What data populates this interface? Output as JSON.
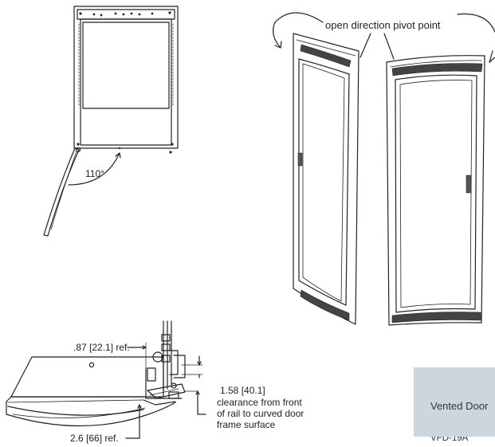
{
  "labels": {
    "swing_angle": "110°",
    "pivot_callout": "open direction pivot point",
    "rail_dimension": ".87 [22.1] ref.",
    "clearance_dimension": "1.58 [40.1]",
    "clearance_note": [
      "clearance from front",
      "of rail to curved door",
      "frame surface"
    ],
    "depth_dimension": "2.6 [66] ref."
  },
  "table": {
    "header": "Vented Door",
    "first_row": "VFD-19A"
  }
}
